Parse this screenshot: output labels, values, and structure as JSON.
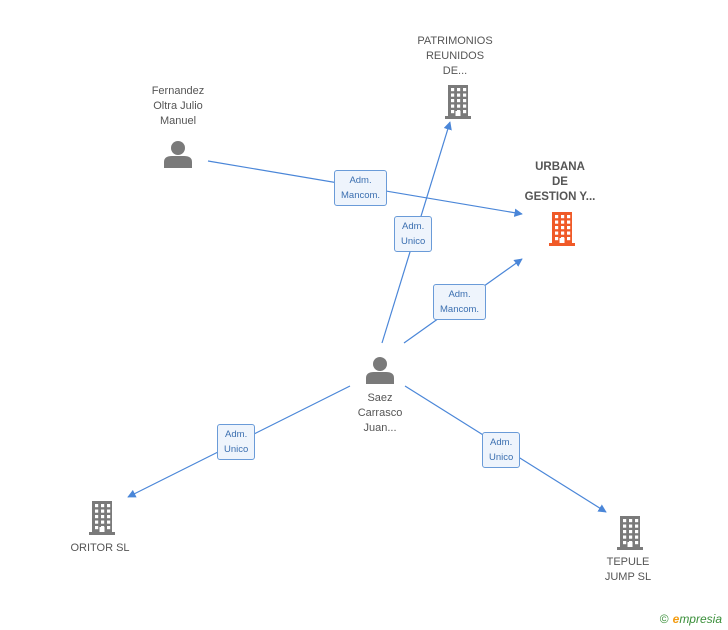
{
  "nodes": {
    "patrimonios": {
      "lines": [
        "PATRIMONIOS",
        "REUNIDOS",
        "DE..."
      ],
      "type": "company"
    },
    "fernandez": {
      "lines": [
        "Fernandez",
        "Oltra Julio",
        "Manuel"
      ],
      "type": "person"
    },
    "urbana": {
      "lines": [
        "URBANA",
        "DE",
        "GESTION Y..."
      ],
      "type": "company-main"
    },
    "saez": {
      "lines": [
        "Saez",
        "Carrasco",
        "Juan..."
      ],
      "type": "person"
    },
    "oritor": {
      "lines": [
        "ORITOR SL"
      ],
      "type": "company"
    },
    "tepule": {
      "lines": [
        "TEPULE",
        "JUMP SL"
      ],
      "type": "company"
    }
  },
  "edges": [
    {
      "from": "fernandez",
      "to": "urbana",
      "label": [
        "Adm.",
        "Mancom."
      ]
    },
    {
      "from": "saez",
      "to": "patrimonios",
      "label": [
        "Adm.",
        "Unico"
      ]
    },
    {
      "from": "saez",
      "to": "urbana",
      "label": [
        "Adm.",
        "Mancom."
      ]
    },
    {
      "from": "saez",
      "to": "oritor",
      "label": [
        "Adm.",
        "Unico"
      ]
    },
    {
      "from": "saez",
      "to": "tepule",
      "label": [
        "Adm.",
        "Unico"
      ]
    }
  ],
  "colors": {
    "edge": "#4a86d8",
    "icon_gray": "#7a7a7a",
    "icon_main": "#f05a28",
    "badge_bg": "#eef4fc",
    "badge_border": "#6a9bd8"
  },
  "footer": {
    "copyright": "©",
    "brand_first": "e",
    "brand_rest": "mpresia"
  }
}
